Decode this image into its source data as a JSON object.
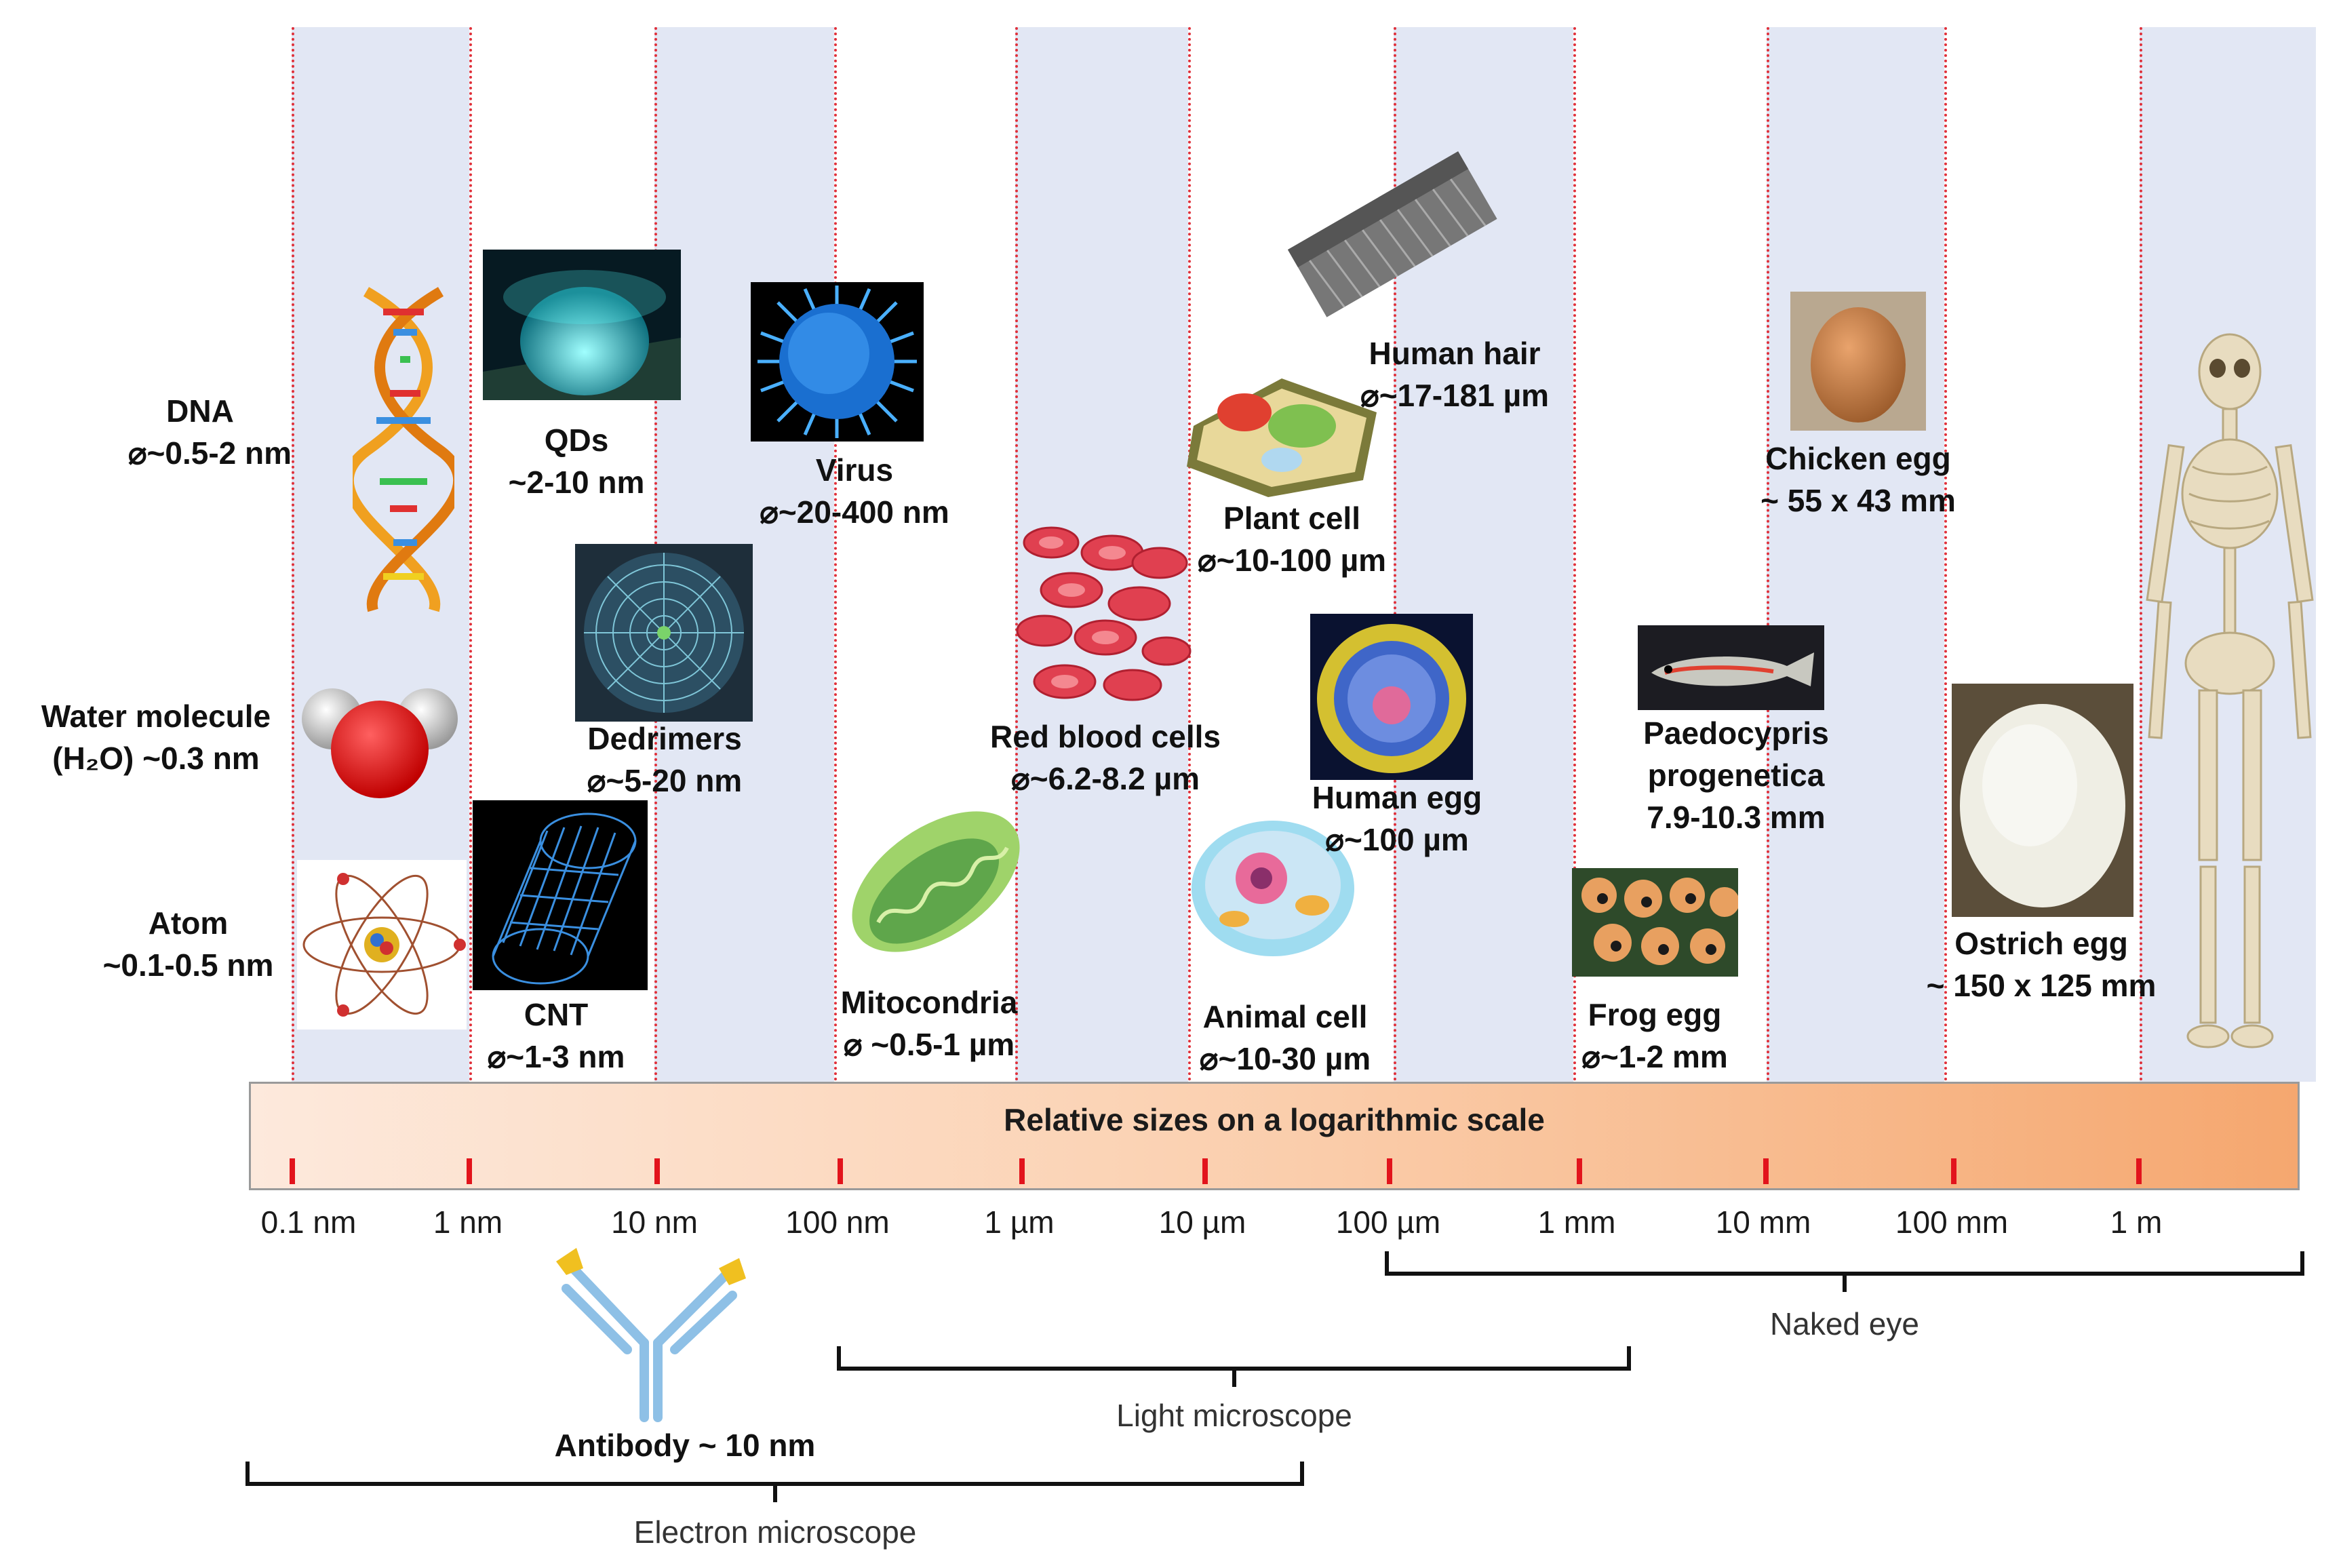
{
  "scale": {
    "title": "Relative sizes on a logarithmic scale",
    "ticks": [
      "0.1 nm",
      "1 nm",
      "10 nm",
      "100 nm",
      "1 µm",
      "10 µm",
      "100 µm",
      "1 mm",
      "10 mm",
      "100 mm",
      "1 m"
    ]
  },
  "ranges": {
    "naked_eye": "Naked eye",
    "light_microscope": "Light microscope",
    "electron_microscope": "Electron microscope"
  },
  "items": {
    "dna": {
      "line1": "DNA",
      "line2": "⌀~0.5-2 nm"
    },
    "water": {
      "line1": "Water molecule",
      "line2": "(H₂O) ~0.3 nm"
    },
    "atom": {
      "line1": "Atom",
      "line2": "~0.1-0.5 nm"
    },
    "qds": {
      "line1": "QDs",
      "line2": "~2-10 nm"
    },
    "dendrimers": {
      "line1": "Dedrimers",
      "line2": "⌀~5-20 nm"
    },
    "cnt": {
      "line1": "CNT",
      "line2": "⌀~1-3 nm"
    },
    "virus": {
      "line1": "Virus",
      "line2": "⌀~20-400 nm"
    },
    "mito": {
      "line1": "Mitocondria",
      "line2": "⌀ ~0.5-1 µm"
    },
    "rbc": {
      "line1": "Red blood cells",
      "line2": "⌀~6.2-8.2 µm"
    },
    "plant": {
      "line1": "Plant cell",
      "line2": "⌀~10-100 µm"
    },
    "hair": {
      "line1": "Human hair",
      "line2": "⌀~17-181 µm"
    },
    "human_egg": {
      "line1": "Human egg",
      "line2": "⌀~100 µm"
    },
    "animal": {
      "line1": "Animal cell",
      "line2": "⌀~10-30 µm"
    },
    "frog": {
      "line1": "Frog egg",
      "line2": "⌀~1-2 mm"
    },
    "paedo": {
      "line1": "Paedocypris",
      "line2": "progenetica",
      "line3": "7.9-10.3 mm"
    },
    "chicken": {
      "line1": "Chicken egg",
      "line2": "~ 55 x 43 mm"
    },
    "ostrich": {
      "line1": "Ostrich egg",
      "line2": "~ 150 x 125 mm"
    },
    "antibody": {
      "line1": "Antibody ~ 10 nm"
    }
  },
  "colors": {
    "band": "#e2e7f4",
    "dotted_line": "#e0303a",
    "tick": "#e2141c",
    "scale_gradient_start": "#fde9dc",
    "scale_gradient_end": "#f5a76f"
  }
}
